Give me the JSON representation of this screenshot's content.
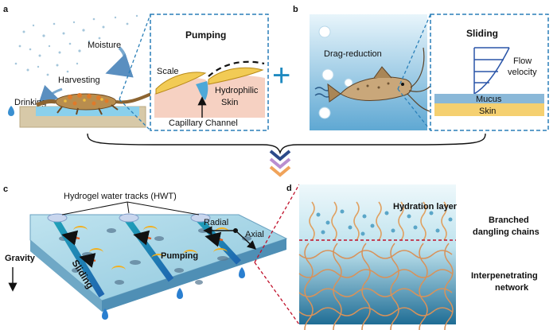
{
  "panel_a": {
    "letter": "a",
    "labels": {
      "moisture": "Moisture",
      "harvesting": "Harvesting",
      "drinking": "Drinking"
    },
    "inset": {
      "title": "Pumping",
      "scale": "Scale",
      "hydrophilic": "Hydrophilic",
      "skin": "Skin",
      "capillary": "Capillary Channel"
    }
  },
  "panel_b": {
    "letter": "b",
    "labels": {
      "drag": "Drag-reduction"
    },
    "inset": {
      "title": "Sliding",
      "flow1": "Flow",
      "flow2": "velocity",
      "mucus": "Mucus",
      "skin": "Skin"
    }
  },
  "plus_sign": "+",
  "panel_c": {
    "letter": "c",
    "labels": {
      "hwt": "Hydrogel water tracks (HWT)",
      "radial": "Radial",
      "axial": "Axial",
      "gravity": "Gravity",
      "sliding": "Sliding",
      "pumping": "Pumping"
    }
  },
  "panel_d": {
    "letter": "d",
    "labels": {
      "hydration": "Hydration layer",
      "branched1": "Branched",
      "branched2": "dangling chains",
      "inter1": "Interpenetrating",
      "inter2": "network"
    }
  },
  "colors": {
    "dashed_frame": "#2a7fb8",
    "hydration_text": "#c0102a",
    "mucus": "#8ab8d8",
    "skin": "#f5d070",
    "plus": "#1f8ac0"
  }
}
